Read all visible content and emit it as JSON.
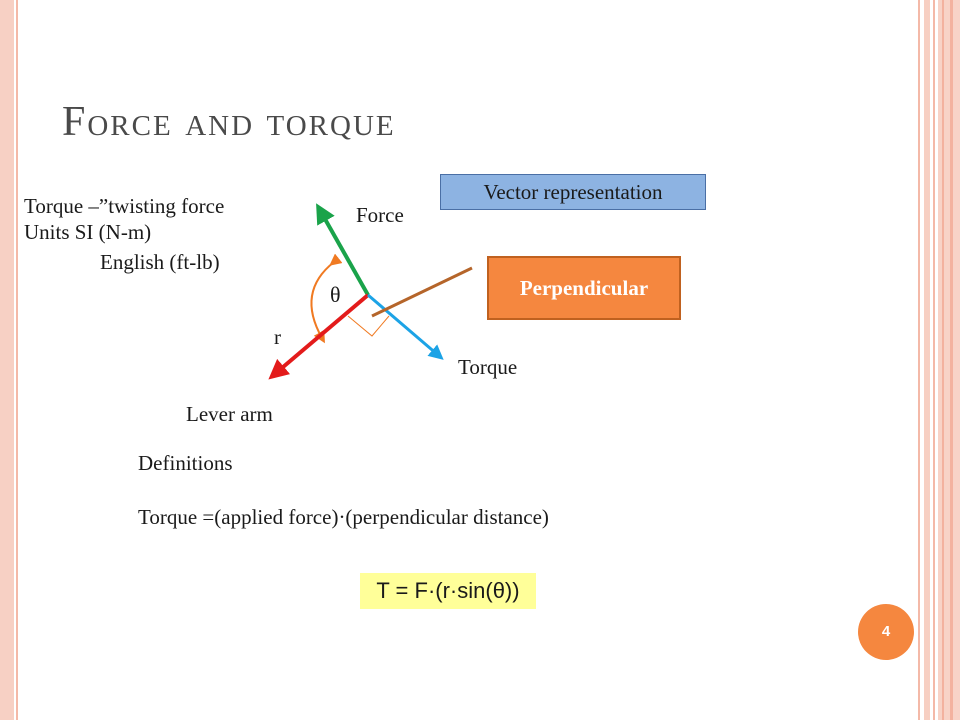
{
  "slide": {
    "title": "Force and torque",
    "page_number": "4"
  },
  "definitions_block": {
    "line1": "Torque –”twisting force",
    "line2": "Units SI (N-m)",
    "line3": "English (ft-lb)"
  },
  "diagram": {
    "labels": {
      "force": "Force",
      "torque": "Torque",
      "lever_arm": "Lever arm",
      "r": "r",
      "theta": "θ"
    },
    "vector_box": "Vector representation",
    "perpendicular_box": "Perpendicular",
    "colors": {
      "force": "#1aa34a",
      "lever_arm": "#e31b1b",
      "torque": "#1ca3e6",
      "perpendicular_line": "#b5652a",
      "angle_arc": "#f07a22",
      "vector_box": "#8db3e2",
      "perpendicular_box": "#f5873f",
      "formula_box": "#ffff99"
    }
  },
  "text": {
    "definitions_heading": "Definitions",
    "definition": "Torque =(applied force)·(perpendicular distance)",
    "formula": "T = F·(r·sin(θ))"
  }
}
